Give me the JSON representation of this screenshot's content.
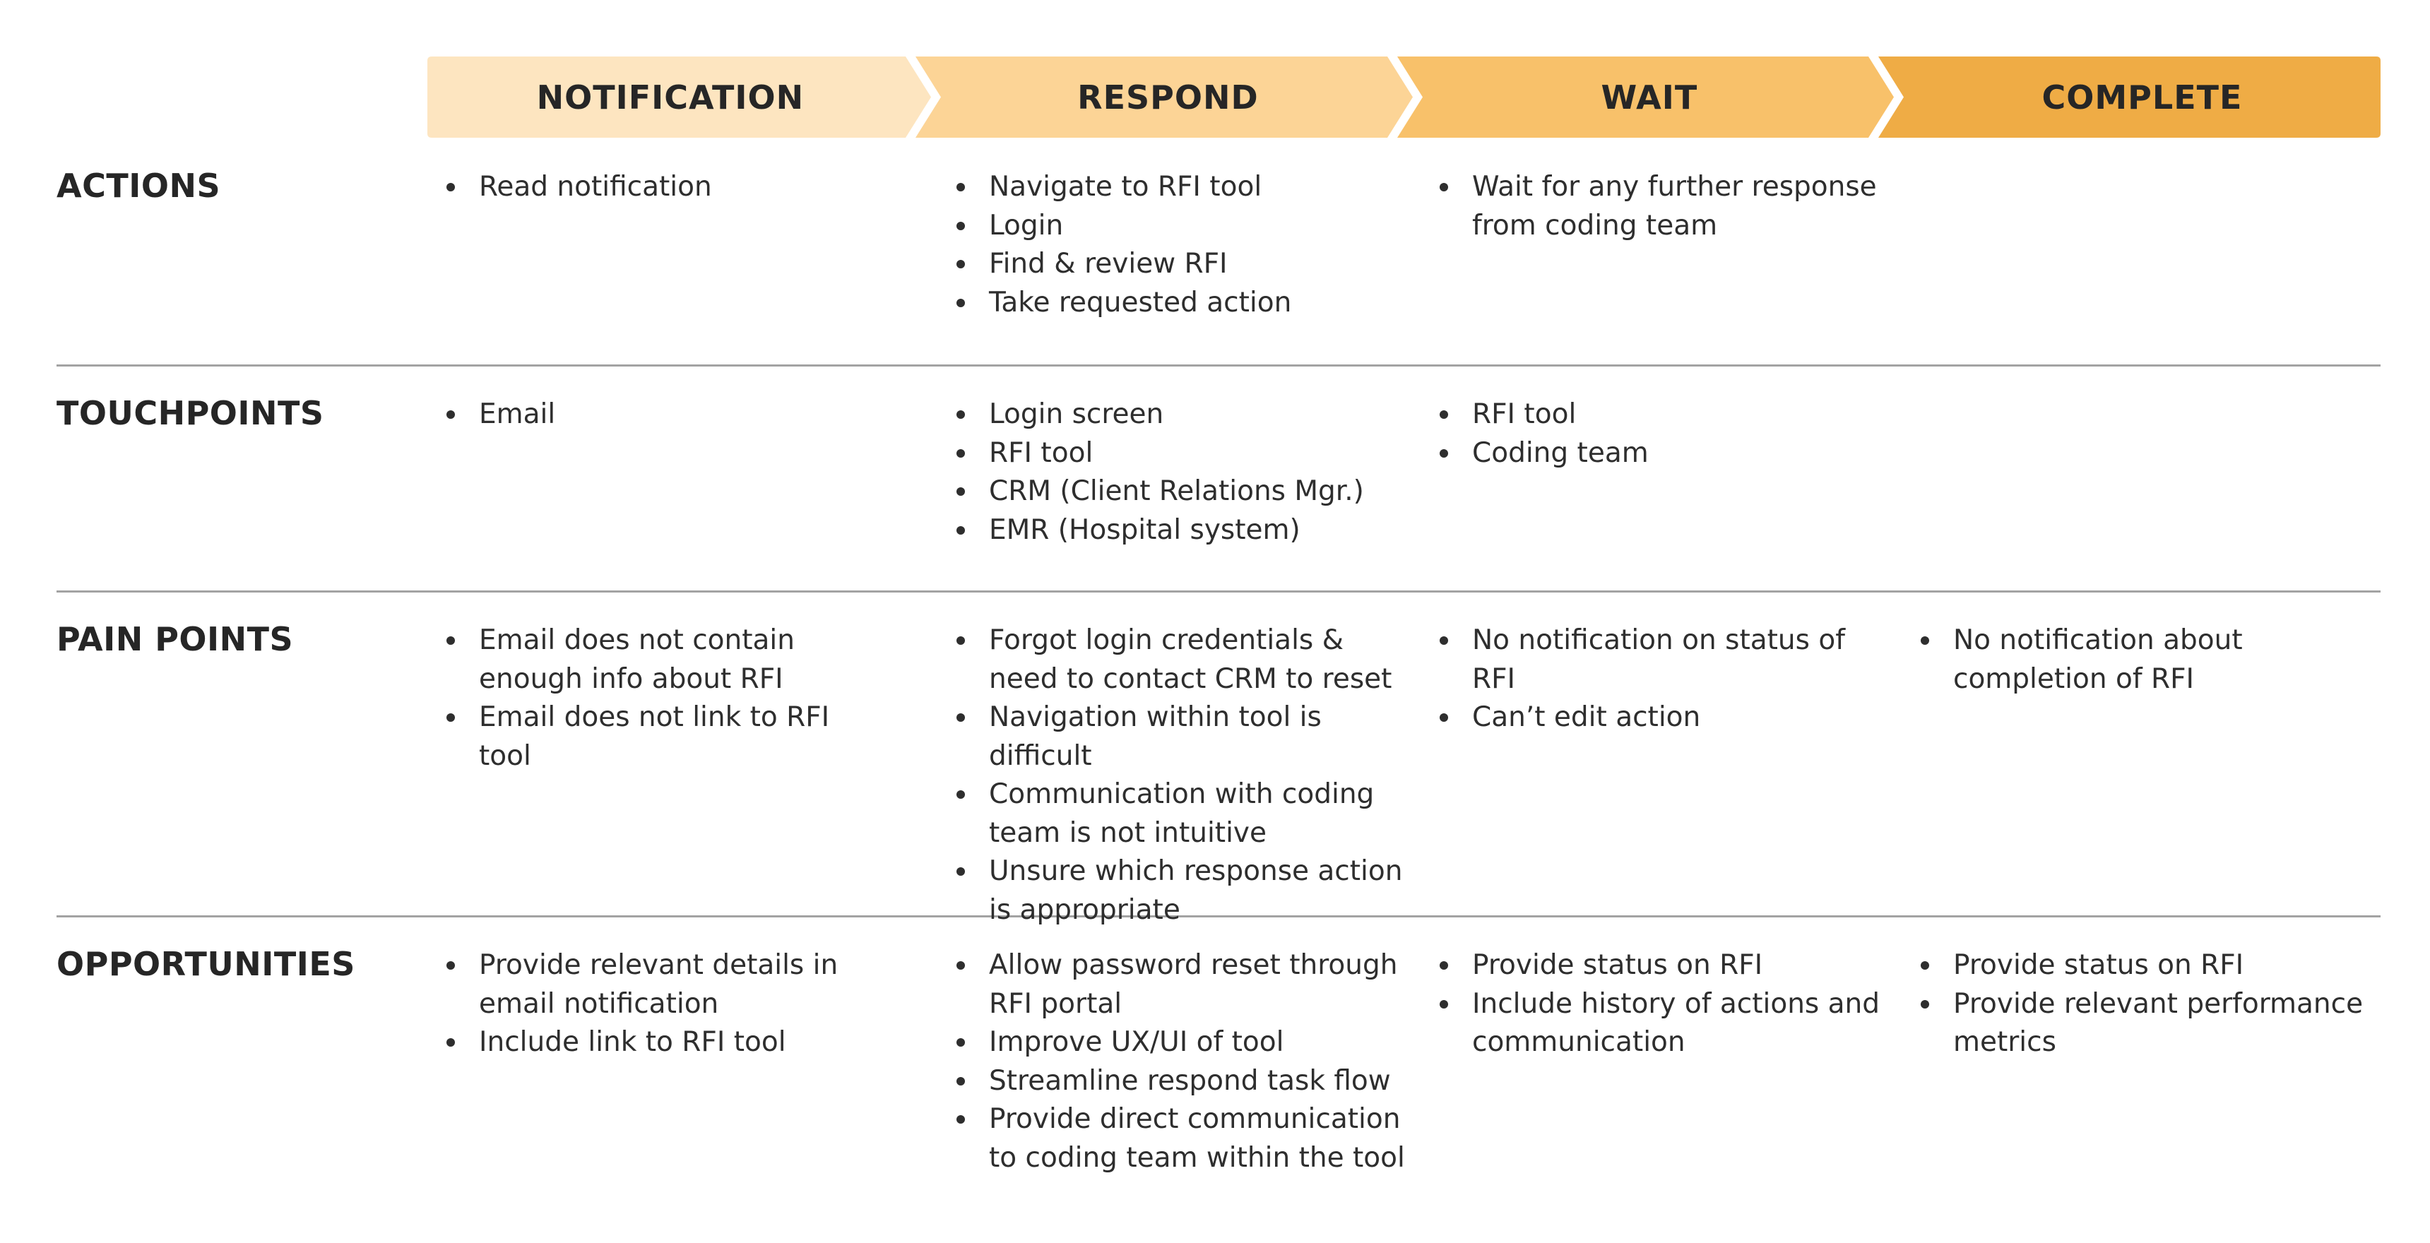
{
  "colors": {
    "notification": "#FDE5C0",
    "respond": "#FCD496",
    "wait": "#F8C16A",
    "complete": "#EFAC45",
    "divider": "#A3A3A3",
    "text": "#2E2E2E"
  },
  "phases": [
    {
      "id": "notification",
      "label": "NOTIFICATION"
    },
    {
      "id": "respond",
      "label": "RESPOND"
    },
    {
      "id": "wait",
      "label": "WAIT"
    },
    {
      "id": "complete",
      "label": "COMPLETE"
    }
  ],
  "rows": [
    {
      "id": "actions",
      "label": "ACTIONS",
      "cells": [
        [
          "Read notification"
        ],
        [
          "Navigate to RFI tool",
          "Login",
          "Find & review RFI",
          "Take requested action"
        ],
        [
          "Wait for any further response from coding team"
        ],
        []
      ]
    },
    {
      "id": "touchpoints",
      "label": "TOUCHPOINTS",
      "cells": [
        [
          "Email"
        ],
        [
          "Login screen",
          "RFI tool",
          "CRM (Client Relations Mgr.)",
          "EMR (Hospital system)"
        ],
        [
          "RFI tool",
          "Coding team"
        ],
        []
      ]
    },
    {
      "id": "pain-points",
      "label": "PAIN POINTS",
      "cells": [
        [
          "Email does not contain enough info about RFI",
          "Email does not link to RFI tool"
        ],
        [
          "Forgot login credentials & need to contact CRM to reset",
          "Navigation within tool is difficult",
          "Communication with coding team is not intuitive",
          "Unsure which response action is appropriate"
        ],
        [
          "No notification on status of RFI",
          "Can’t edit action"
        ],
        [
          "No notification about completion of RFI"
        ]
      ]
    },
    {
      "id": "opportunities",
      "label": "OPPORTUNITIES",
      "cells": [
        [
          "Provide relevant details in email notification",
          "Include link to RFI tool"
        ],
        [
          "Allow password reset through RFI portal",
          "Improve UX/UI of tool",
          "Streamline respond task flow",
          "Provide direct communication to coding team within the tool"
        ],
        [
          "Provide status on RFI",
          "Include history of actions and communication"
        ],
        [
          "Provide status on RFI",
          "Provide relevant performance metrics"
        ]
      ]
    }
  ]
}
